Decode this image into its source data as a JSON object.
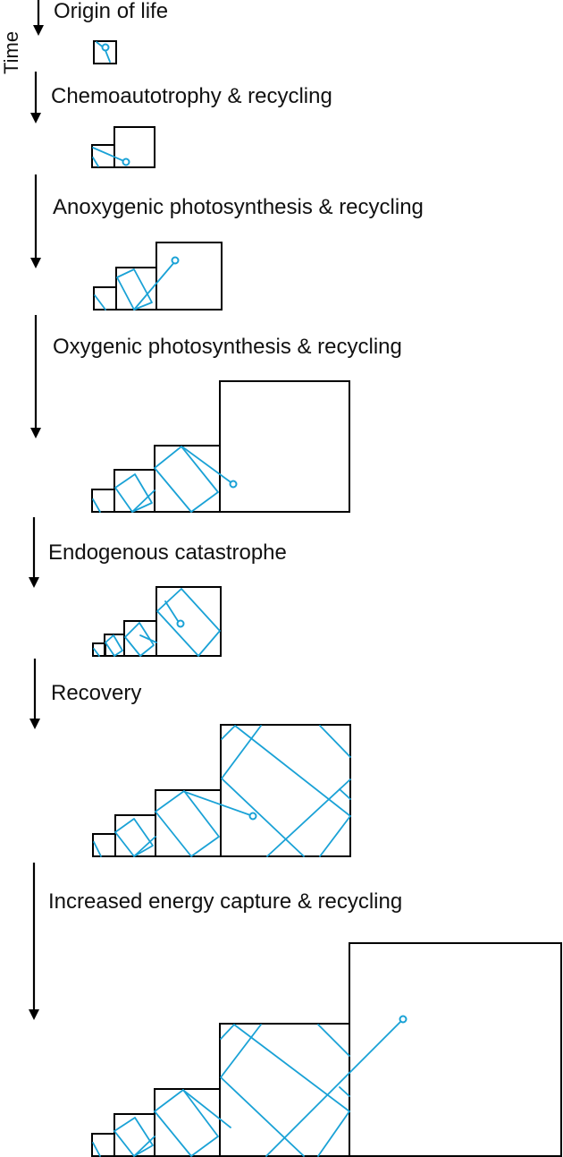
{
  "axis": {
    "label": "Time"
  },
  "stages": [
    {
      "label": "Origin of life"
    },
    {
      "label": "Chemoautotrophy & recycling"
    },
    {
      "label": "Anoxygenic photosynthesis & recycling"
    },
    {
      "label": "Oxygenic photosynthesis & recycling"
    },
    {
      "label": "Endogenous catastrophe"
    },
    {
      "label": "Recovery"
    },
    {
      "label": "Increased energy capture & recycling"
    }
  ],
  "colors": {
    "box_stroke": "#000000",
    "path_stroke": "#1aa2d6",
    "arrow": "#000000"
  }
}
